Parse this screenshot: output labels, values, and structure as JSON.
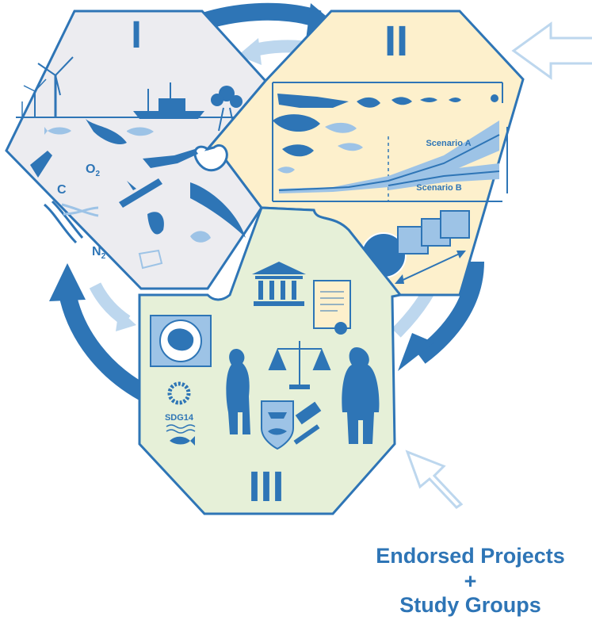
{
  "panels": {
    "one": {
      "numeral": "I",
      "fill": "#ececf0"
    },
    "two": {
      "numeral": "II",
      "fill": "#fdf0cc"
    },
    "three": {
      "numeral": "III",
      "fill": "#e6f0d8"
    }
  },
  "panel1": {
    "label_o2": "O",
    "label_o2_sub": "2",
    "label_c": "C",
    "label_n2": "N",
    "label_n2_sub": "2"
  },
  "panel2": {
    "scenario_a": "Scenario A",
    "scenario_b": "Scenario B"
  },
  "panel3": {
    "sdg_label": "SDG14"
  },
  "caption": {
    "line1": "Endorsed Projects",
    "line2": "+",
    "line3": "Study Groups"
  },
  "colors": {
    "primary": "#2e75b6",
    "light": "#bdd7ee",
    "outline": "#2e75b6"
  }
}
